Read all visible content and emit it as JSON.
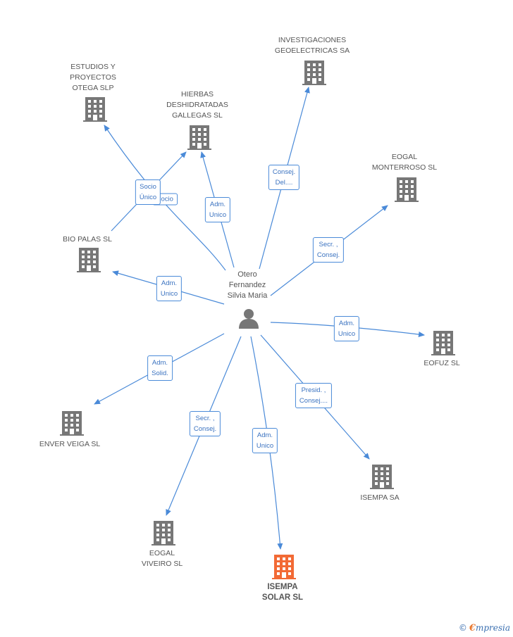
{
  "person": {
    "name": "Otero\nFernandez\nSilvia Maria"
  },
  "companies": [
    {
      "id": "investigaciones",
      "name": "INVESTIGACIONES\nGEOELECTRICAS SA",
      "highlight": false
    },
    {
      "id": "estudios",
      "name": "ESTUDIOS Y\nPROYECTOS\nOTEGA  SLP",
      "highlight": false
    },
    {
      "id": "hierbas",
      "name": "HIERBAS\nDESHIDRATADAS\nGALLEGAS  SL",
      "highlight": false
    },
    {
      "id": "eogal-monterroso",
      "name": "EOGAL\nMONTERROSO SL",
      "highlight": false
    },
    {
      "id": "bio-palas",
      "name": "BIO PALAS SL",
      "highlight": false
    },
    {
      "id": "eofuz",
      "name": "EOFUZ SL",
      "highlight": false
    },
    {
      "id": "enver-veiga",
      "name": "ENVER VEIGA SL",
      "highlight": false
    },
    {
      "id": "isempa-sa",
      "name": "ISEMPA SA",
      "highlight": false
    },
    {
      "id": "eogal-viveiro",
      "name": "EOGAL\nVIVEIRO SL",
      "highlight": false
    },
    {
      "id": "isempa-solar",
      "name": "ISEMPA\nSOLAR SL",
      "highlight": true
    }
  ],
  "relations": [
    {
      "id": "r-investigaciones",
      "label": "Consej.\nDel...."
    },
    {
      "id": "r-hierbas",
      "label": "Adm.\nUnico"
    },
    {
      "id": "r-estudios",
      "label": "Socio\nÚnico"
    },
    {
      "id": "r-estudios-bio",
      "label": "Socio"
    },
    {
      "id": "r-eogal-monterroso",
      "label": "Secr. ,\nConsej."
    },
    {
      "id": "r-bio-palas",
      "label": "Adm.\nUnico"
    },
    {
      "id": "r-eofuz",
      "label": "Adm.\nUnico"
    },
    {
      "id": "r-enver",
      "label": "Adm.\nSolid."
    },
    {
      "id": "r-isempa-sa",
      "label": "Presid. ,\nConsej...."
    },
    {
      "id": "r-eogal-viveiro",
      "label": "Secr. ,\nConsej."
    },
    {
      "id": "r-isempa-solar",
      "label": "Adm.\nUnico"
    }
  ],
  "colors": {
    "edge": "#4a8ad8",
    "building": "#777777",
    "building_highlight": "#f26a35",
    "person": "#777777"
  },
  "watermark": {
    "symbol": "©",
    "first": "€",
    "rest": "mpresia"
  }
}
